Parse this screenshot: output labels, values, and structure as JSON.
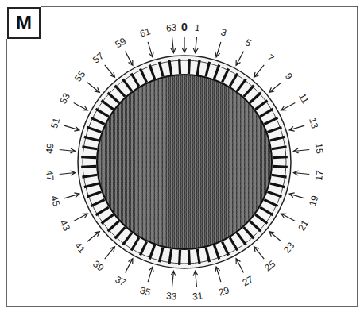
{
  "diagram": {
    "nodes": [
      {
        "text": [
          "M"
        ]
      }
    ],
    "labels": [
      "0",
      "1",
      "3",
      "5",
      "7",
      "9",
      "11",
      "13",
      "15",
      "17",
      "19",
      "21",
      "23",
      "25",
      "27",
      "29",
      "31",
      "33",
      "35",
      "37",
      "39",
      "41",
      "43",
      "45",
      "47",
      "49",
      "51",
      "53",
      "55",
      "57",
      "59",
      "61",
      "63"
    ]
  }
}
